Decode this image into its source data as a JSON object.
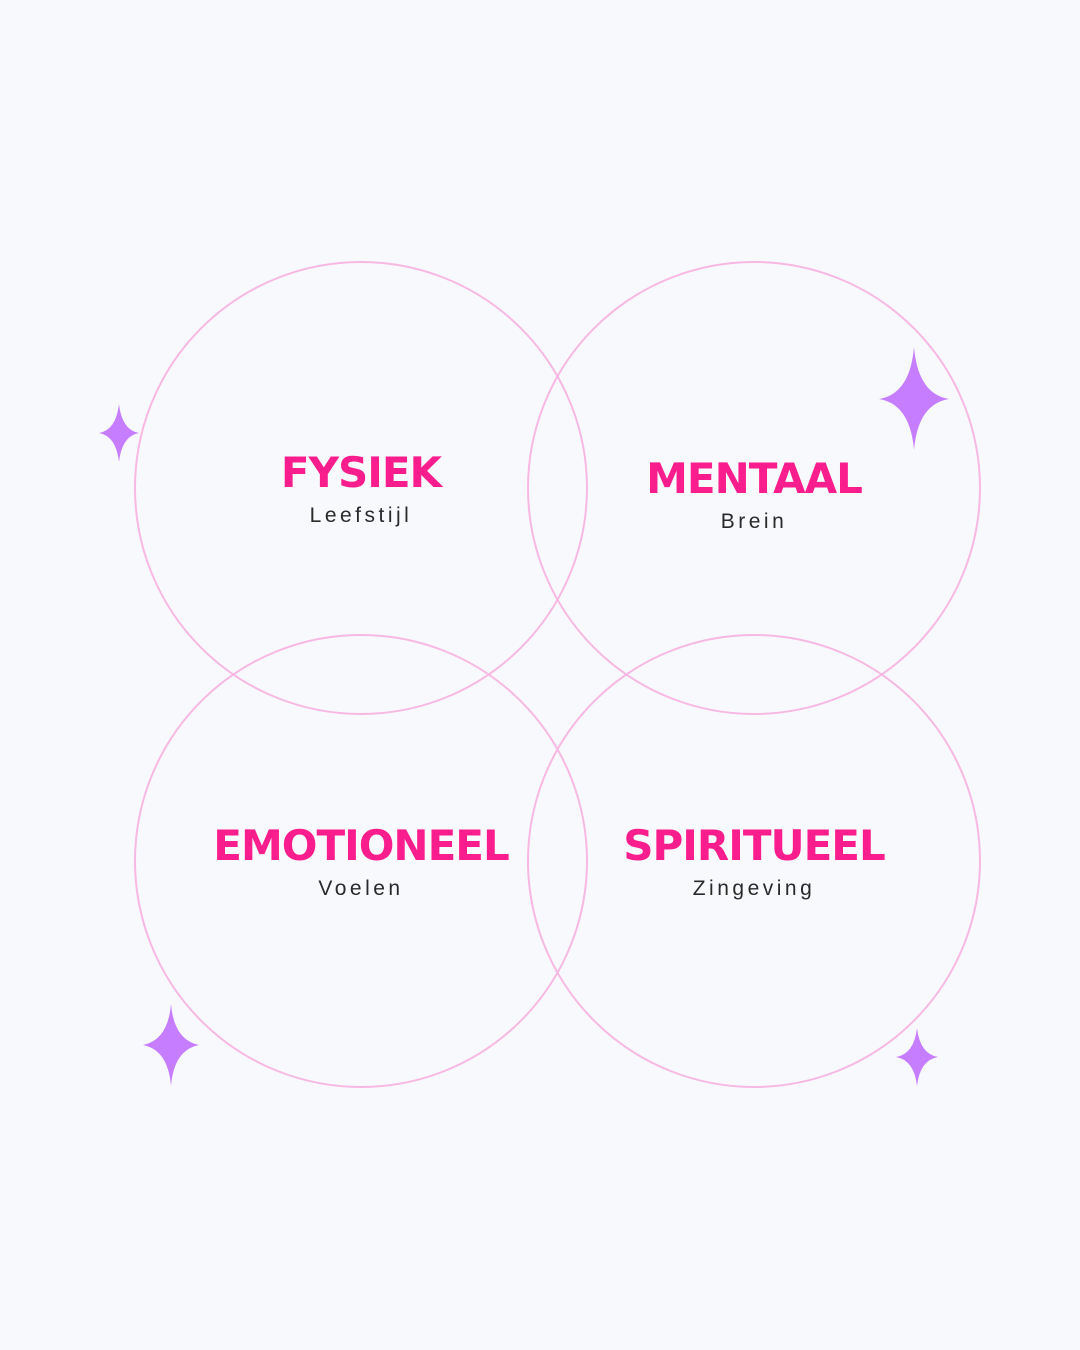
{
  "colors": {
    "background": "#f8f9fc",
    "circle_stroke": "#f7b8e4",
    "title": "#fa1d8e",
    "subtitle": "#2a2a2a",
    "sparkle": "#c77dff"
  },
  "sections": [
    {
      "title": "FYSIEK",
      "subtitle": "Leefstijl"
    },
    {
      "title": "MENTAAL",
      "subtitle": "Brein"
    },
    {
      "title": "EMOTIONEEL",
      "subtitle": "Voelen"
    },
    {
      "title": "SPIRITUEEL",
      "subtitle": "Zingeving"
    }
  ],
  "decorations": {
    "sparkle_icon": "four-point-star"
  }
}
